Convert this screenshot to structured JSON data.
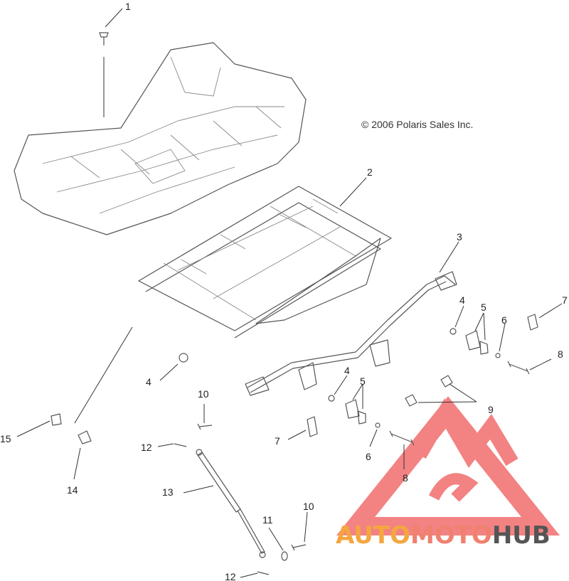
{
  "copyright": "© 2006 Polaris Sales Inc.",
  "callouts": {
    "c1": "1",
    "c2": "2",
    "c3": "3",
    "c4a": "4",
    "c4b": "4",
    "c4c": "4",
    "c5a": "5",
    "c5b": "5",
    "c6a": "6",
    "c6b": "6",
    "c7a": "7",
    "c7b": "7",
    "c8a": "8",
    "c8b": "8",
    "c9": "9",
    "c10a": "10",
    "c10b": "10",
    "c11": "11",
    "c12a": "12",
    "c12b": "12",
    "c13": "13",
    "c14": "14",
    "c15": "15"
  },
  "watermark": {
    "part1": "AUTO",
    "part2": "MOTO",
    "part3": "HUB",
    "colors": {
      "auto": "#f4a640",
      "moto": "#f08070",
      "hub": "#555555",
      "logo": "#f26d6d"
    }
  },
  "icons": [
    "seat-base",
    "seat-frame",
    "latch-rod",
    "bushing",
    "clip",
    "pin",
    "spring",
    "bolt",
    "nut",
    "gas-strut",
    "screw"
  ]
}
